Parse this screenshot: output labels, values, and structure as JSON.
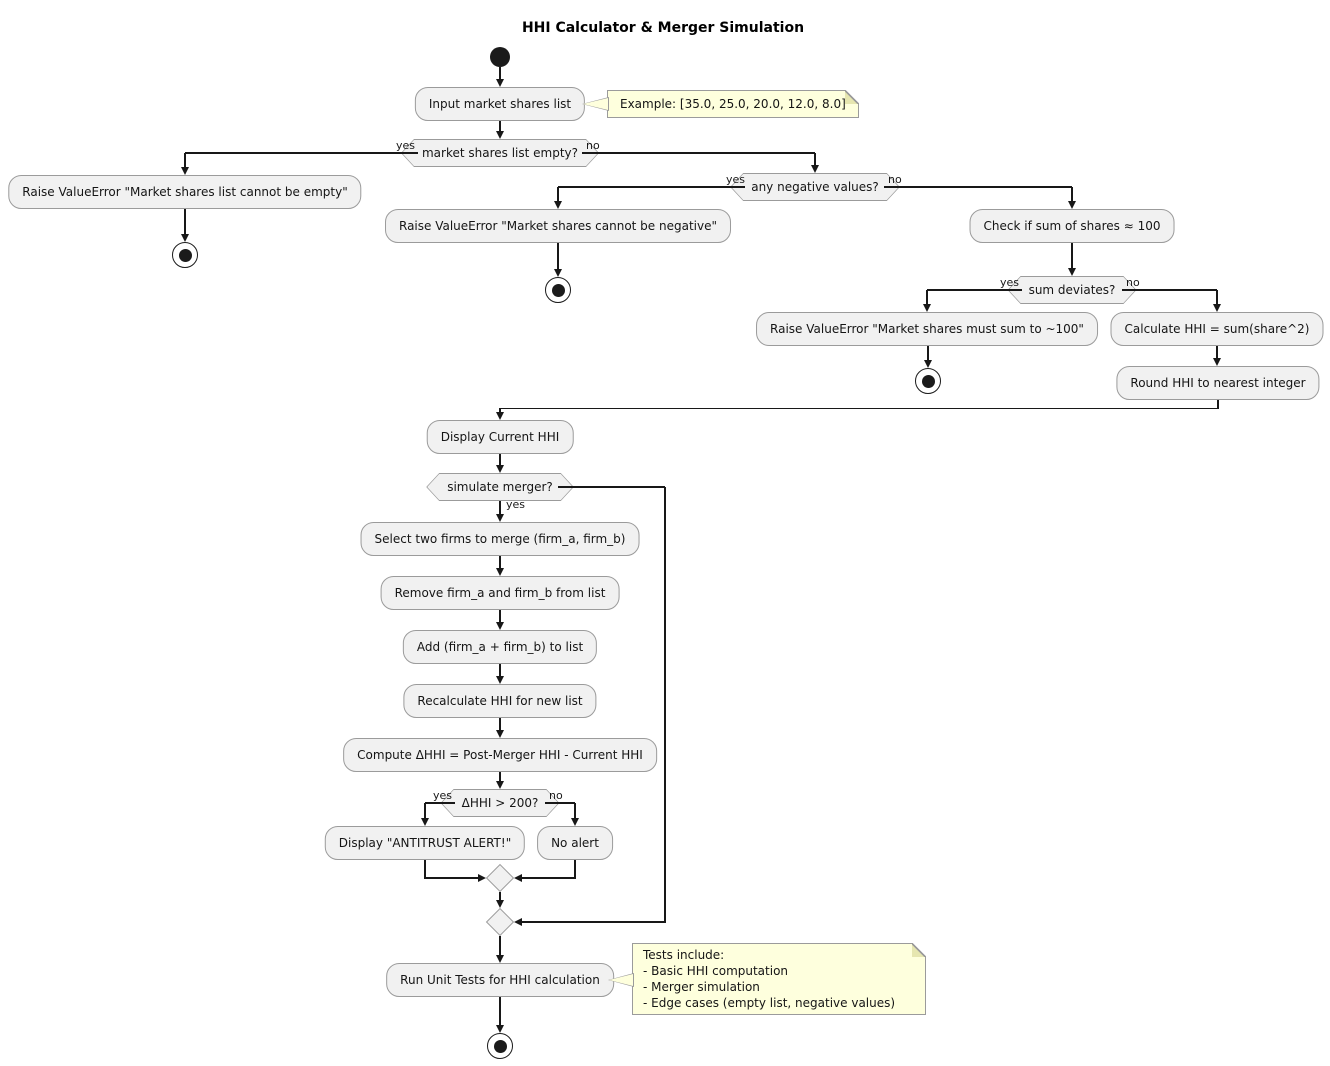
{
  "title": "HHI Calculator & Merger Simulation",
  "labels": {
    "yes": "yes",
    "no": "no"
  },
  "nodes": {
    "input": "Input market shares list",
    "dec_empty": "market shares list empty?",
    "err_empty": "Raise ValueError \"Market shares list cannot be empty\"",
    "dec_negative": "any negative values?",
    "err_negative": "Raise ValueError \"Market shares cannot be negative\"",
    "check_sum": "Check if sum of shares ≈ 100",
    "dec_deviates": "sum deviates?",
    "err_sum": "Raise ValueError \"Market shares must sum to ~100\"",
    "calc_hhi": "Calculate HHI = sum(share^2)",
    "round_hhi": "Round HHI to nearest integer",
    "display_hhi": "Display Current HHI",
    "dec_merger": "simulate merger?",
    "select_firms": "Select two firms to merge (firm_a, firm_b)",
    "remove_firms": "Remove firm_a and firm_b from list",
    "add_merged": "Add (firm_a + firm_b) to list",
    "recalc_hhi": "Recalculate HHI for new list",
    "compute_delta": "Compute ΔHHI = Post-Merger HHI - Current HHI",
    "dec_delta": "ΔHHI > 200?",
    "antitrust_alert": "Display \"ANTITRUST ALERT!\"",
    "no_alert": "No alert",
    "run_tests": "Run Unit Tests for HHI calculation"
  },
  "notes": {
    "example": "Example: [35.0, 25.0, 20.0, 12.0, 8.0]",
    "tests": {
      "l1": "Tests include:",
      "l2": "- Basic HHI computation",
      "l3": "- Merger simulation",
      "l4": "- Edge cases (empty list, negative values)"
    }
  },
  "colors": {
    "node_fill": "#F1F1F1",
    "node_border": "#9B9B9B",
    "note_fill": "#FEFFDD",
    "line": "#181818"
  }
}
